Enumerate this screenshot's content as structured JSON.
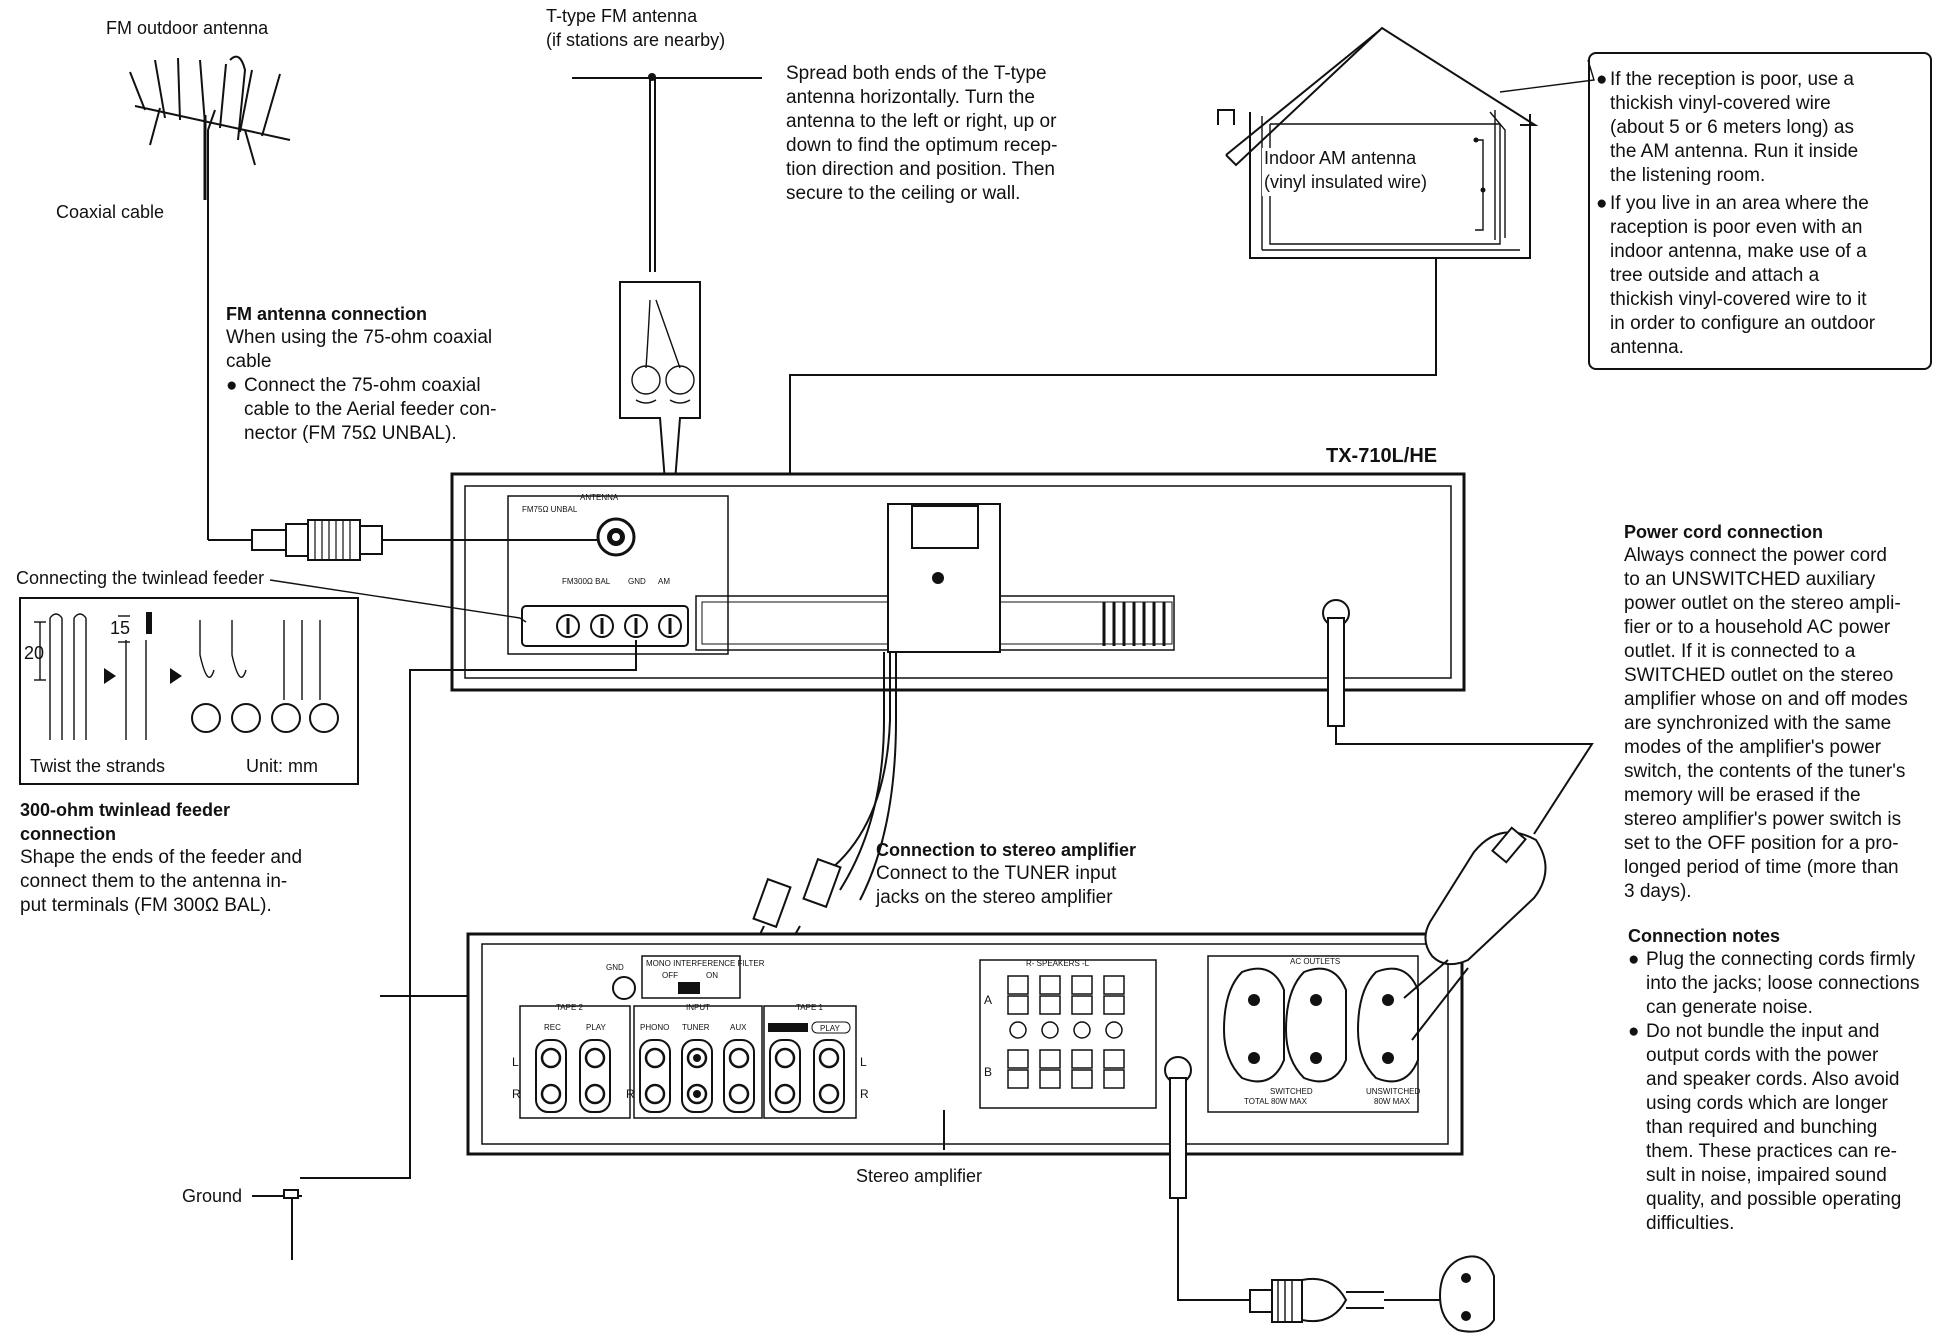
{
  "labels": {
    "fm_outdoor": "FM outdoor antenna",
    "coaxial": "Coaxial cable",
    "ttype_1": "T-type FM antenna",
    "ttype_2": "(if stations are nearby)",
    "indoor_am_1": "Indoor AM antenna",
    "indoor_am_2": "(vinyl insulated wire)",
    "model": "TX-710L/HE",
    "twinlead_title": "Connecting the twinlead feeder",
    "twist": "Twist the strands",
    "unit": "Unit: mm",
    "dim_20": "20",
    "dim_15": "15",
    "ground": "Ground",
    "stereo_amp": "Stereo amplifier"
  },
  "ttype_desc": [
    "Spread both ends of the T-type",
    "antenna horizontally. Turn the",
    "antenna to the left or right, up or",
    "down to find the optimum recep-",
    "tion direction and position. Then",
    "secure to the ceiling or wall."
  ],
  "am_notes": [
    [
      "If the reception is poor, use a",
      "thickish vinyl-covered wire",
      "(about 5 or 6 meters long) as",
      "the AM antenna. Run it inside",
      "the listening room."
    ],
    [
      "If you live in an area where the",
      "raception is poor even with an",
      "indoor antenna, make use of a",
      "tree outside and attach a",
      "thickish vinyl-covered wire to it",
      "in order to configure an outdoor",
      "antenna."
    ]
  ],
  "fm_conn": {
    "title": "FM antenna connection",
    "lines": [
      "When using the 75-ohm coaxial",
      "cable"
    ],
    "bullet": [
      "Connect the 75-ohm coaxial",
      "cable to the Aerial feeder con-",
      "nector (FM 75Ω UNBAL)."
    ]
  },
  "twin_conn": {
    "title": [
      "300-ohm twinlead feeder",
      "connection"
    ],
    "lines": [
      "Shape the ends of the feeder and",
      "connect them to the antenna in-",
      "put terminals (FM 300Ω BAL)."
    ]
  },
  "stereo_conn": {
    "title": "Connection to stereo amplifier",
    "lines": [
      "Connect to the TUNER input",
      "jacks on the stereo amplifier"
    ]
  },
  "power_conn": {
    "title": "Power cord connection",
    "lines": [
      "Always connect the power cord",
      "to an UNSWITCHED auxiliary",
      "power outlet on the stereo ampli-",
      "fier or to a household AC power",
      "outlet. If it is connected to a",
      "SWITCHED outlet on the stereo",
      "amplifier whose on and off modes",
      "are synchronized with the same",
      "modes of the amplifier's power",
      "switch, the contents of the tuner's",
      "memory will be erased if the",
      "stereo amplifier's power switch is",
      "set to the OFF position for a pro-",
      "longed period of time (more than",
      "3 days)."
    ]
  },
  "notes": {
    "title": "Connection notes",
    "items": [
      [
        "Plug the connecting cords firmly",
        "into the jacks; loose connections",
        "can generate noise."
      ],
      [
        "Do not bundle the input and",
        "output cords with the power",
        "and speaker cords. Also avoid",
        "using cords which are longer",
        "than required and bunching",
        "them. These practices can re-",
        "sult in noise, impaired sound",
        "quality, and possible operating",
        "difficulties."
      ]
    ]
  },
  "tuner_panel": {
    "antenna": "ANTENNA",
    "fm75": "FM75Ω UNBAL",
    "fm300": "FM300Ω BAL",
    "gnd": "GND",
    "am": "AM"
  },
  "amp_panel": {
    "gnd": "GND",
    "filter": "MONO INTERFERENCE FILTER",
    "off": "OFF",
    "on": "ON",
    "tape2": "TAPE 2",
    "input": "INPUT",
    "tape1": "TAPE 1",
    "rec": "REC",
    "play": "PLAY",
    "phono": "PHONO",
    "tuner": "TUNER",
    "aux": "AUX",
    "play1": "PLAY",
    "speakers": "R- SPEAKERS -L",
    "row_a": "A",
    "row_b": "B",
    "ac": "AC OUTLETS",
    "switched": "SWITCHED",
    "switched_max": "TOTAL 80W MAX",
    "unswitched": "UNSWITCHED",
    "unswitched_max": "80W MAX",
    "l": "L",
    "r": "R"
  }
}
